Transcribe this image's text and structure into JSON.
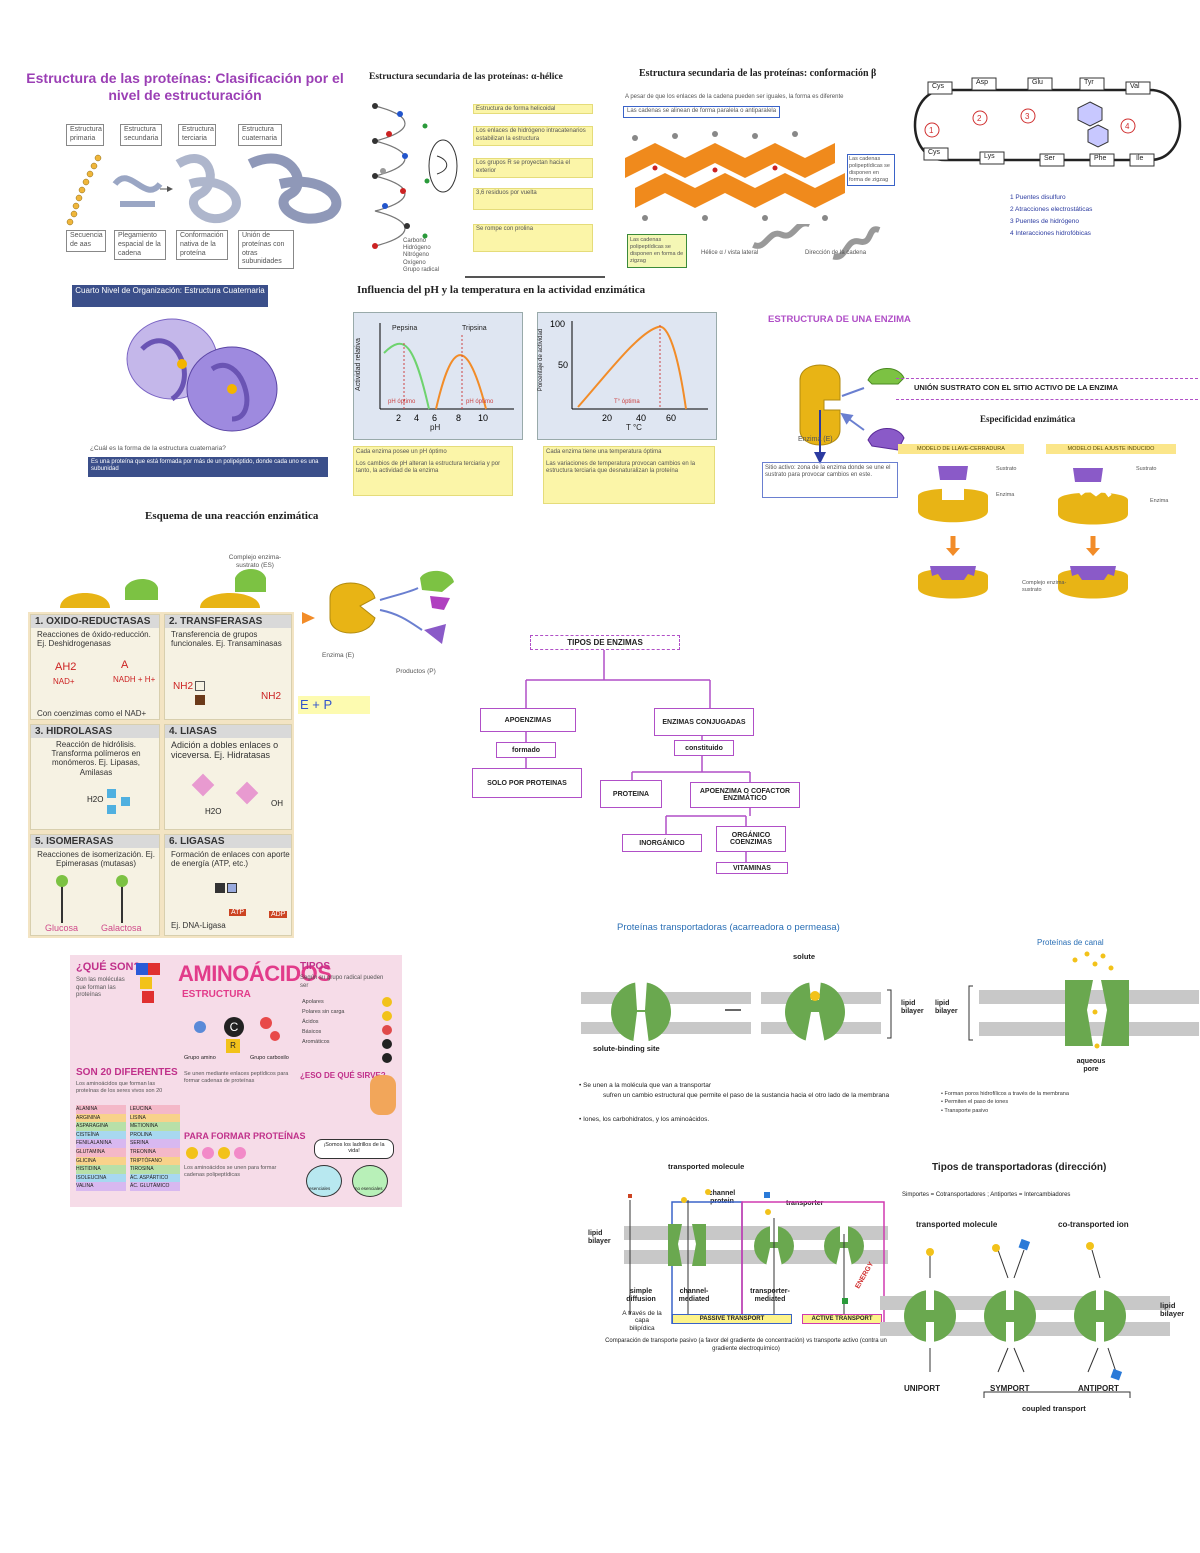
{
  "p1": {
    "title": "Estructura de las proteínas: Clasificación por el nivel de estructuración",
    "labels_top": [
      "Estructura primaria",
      "Estructura secundaria",
      "Estructura terciaria",
      "Estructura cuaternaria"
    ],
    "labels_bottom": [
      "Secuencia de aas",
      "Plegamiento espacial de la cadena",
      "Conformación nativa de la proteína",
      "Unión de proteínas con otras subunidades"
    ]
  },
  "p2": {
    "title": "Estructura secundaria de las proteínas: α-hélice",
    "notes": [
      "Estructura de forma helicoidal",
      "Los enlaces de hidrógeno intracatenarios estabilizan la estructura",
      "Los grupos R se proyectan hacia el exterior",
      "3,6 residuos por vuelta",
      "Se rompe con prolina"
    ],
    "legend": [
      "Carbono",
      "Hidrógeno",
      "Nitrógeno",
      "Oxígeno",
      "Grupo radical"
    ]
  },
  "p3": {
    "title": "Estructura secundaria de las proteínas: conformación β",
    "subtitle": "A pesar de que los enlaces de la cadena pueden ser iguales, la forma es diferente",
    "note": "Las cadenas se alinean de forma paralela o antiparalela",
    "box1": "Las cadenas polipeptídicas se disponen en forma de zigzag",
    "cap1": "Hélice α / vista lateral",
    "cap2": "Dirección de la cadena"
  },
  "p4": {
    "residues": [
      "Cys",
      "Asp",
      "Glu",
      "Tyr",
      "Val",
      "Cys",
      "Lys",
      "Ser",
      "Phe",
      "Ile"
    ],
    "legend": [
      "1 Puentes disulfuro",
      "2 Atracciones electrostáticas",
      "3 Puentes de hidrógeno",
      "4 Interacciones hidrofóbicas"
    ]
  },
  "p5": {
    "title": "Cuarto Nivel de Organización: Estructura Cuaternaria",
    "question": "¿Cuál es la forma de la estructura cuaternaria?",
    "answer": "Es una proteína que está formada por más de un polipéptido, donde cada uno es una subunidad"
  },
  "p6": {
    "title": "Influencia del pH y la temperatura en la actividad enzimática",
    "ph_labels": [
      "Pepsina",
      "Tripsina"
    ],
    "ph_ylabel": "Actividad relativa",
    "ph_xlabel": "pH",
    "ph_opt": [
      "pH óptimo",
      "pH óptimo"
    ],
    "t_ylabel": "Porcentaje de actividad",
    "t_xlabel": "T °C",
    "t_opt": "T° óptima",
    "note1a": "Cada enzima posee un pH óptimo",
    "note1b": "Los cambios de pH alteran la estructura terciaria y por tanto, la actividad de la enzima",
    "note2a": "Cada enzima tiene una temperatura óptima",
    "note2b": "Las variaciones de temperatura provocan cambios en la estructura terciaria que desnaturalizan la proteína"
  },
  "p7": {
    "title": "ESTRUCTURA DE UNA ENZIMA",
    "enzyme": "Enzima (E)",
    "desc": "Sitio activo: zona de la enzima donde se une el sustrato para provocar cambios en este.",
    "band": "UNIÓN SUSTRATO CON EL SITIO ACTIVO DE LA ENZIMA",
    "spec": "Especificidad enzimática",
    "m1": "MODELO DE LLAVE-CERRADURA",
    "m2": "MODELO DEL AJUSTE INDUCIDO",
    "lbl": [
      "Sustrato",
      "Enzima",
      "Sustrato",
      "Enzima",
      "Complejo enzima-sustrato"
    ]
  },
  "p8": {
    "title": "Esquema de una reacción enzimática",
    "complex": "Complejo enzima-sustrato (ES)",
    "enzyme": "Enzima (E)",
    "products": "Productos (P)",
    "eq": "E + P"
  },
  "p9": {
    "cells": [
      {
        "head": "1. OXIDO-REDUCTASAS",
        "text": "Reacciones de óxido-reducción. Ej. Deshidrogenasas",
        "foot": "Con coenzimas como el NAD+"
      },
      {
        "head": "2. TRANSFERASAS",
        "text": "Transferencia de grupos funcionales. Ej. Transaminasas",
        "foot": ""
      },
      {
        "head": "3. HIDROLASAS",
        "text": "Reacción de hidrólisis. Transforma polímeros en monómeros. Ej. Lipasas, Amilasas",
        "foot": ""
      },
      {
        "head": "4. LIASAS",
        "text": "Adición a dobles enlaces o viceversa. Ej. Hidratasas",
        "foot": ""
      },
      {
        "head": "5. ISOMERASAS",
        "text": "Reacciones de isomerización. Ej. Epimerasas (mutasas)",
        "foot": ""
      },
      {
        "head": "6. LIGASAS",
        "text": "Formación de enlaces con aporte de energía (ATP, etc.)",
        "foot": "Ej. DNA-Ligasa"
      }
    ],
    "chem": [
      "AH2",
      "A",
      "NAD+",
      "NADH + H+",
      "NH2",
      "NH2",
      "H2O",
      "H2O",
      "OH",
      "Glucosa",
      "Galactosa",
      "ATP",
      "ADP"
    ]
  },
  "p10": {
    "root": "TIPOS DE ENZIMAS",
    "apo": "APOENZIMAS",
    "formado": "formado",
    "solo": "SOLO POR PROTEINAS",
    "conj": "ENZIMAS CONJUGADAS",
    "constituido": "constituido",
    "proteina": "PROTEINA",
    "cof": "APOENZIMA O COFACTOR ENZIMÁTICO",
    "inorg": "INORGÁNICO",
    "org": "ORGÁNICO COENZIMAS",
    "vit": "VITAMINAS"
  },
  "p11": {
    "que": "¿QUÉ SON?",
    "que_text": "Son las moléculas que forman las proteínas",
    "title": "AMINOÁCIDOS",
    "tipos": "TIPOS",
    "tipos_text": "Según su grupo radical pueden ser",
    "tipos_items": [
      "Apolares",
      "Polares sin carga",
      "Ácidos",
      "Básicos",
      "Aromáticos"
    ],
    "estructura": "ESTRUCTURA",
    "struct_labels": [
      "Grupo amino",
      "R",
      "Grupo carboxilo",
      "C"
    ],
    "veinte": "SON 20 DIFERENTES",
    "veinte_text": "Los aminoácidos que forman las proteínas de los seres vivos son 20",
    "aas_left": [
      "ALANINA",
      "ARGININA",
      "ASPARAGINA",
      "CISTEÍNA",
      "FENILALANINA",
      "GLUTAMINA",
      "GLICINA",
      "HISTIDINA",
      "ISOLEUCINA",
      "VALINA"
    ],
    "aas_right": [
      "LEUCINA",
      "LISINA",
      "METIONINA",
      "PROLINA",
      "SERINA",
      "TREONINA",
      "TRIPTÓFANO",
      "TIROSINA",
      "ÁC. ASPÁRTICO",
      "ÁC. GLUTÁMICO"
    ],
    "sirve": "¿ESO DE QUÉ SIRVE?",
    "mid_text": "Se unen mediante enlaces peptídicos para formar cadenas de proteínas",
    "formar": "PARA FORMAR PROTEÍNAS",
    "formar_text": "Los aminoácidos se unen para formar cadenas polipeptídicas",
    "speech": "¡Somos los ladrillos de la vida!",
    "faces": [
      "esenciales",
      "no esenciales"
    ]
  },
  "p12": {
    "title": "Proteínas transportadoras (acarreadora o permeasa)",
    "canal": "Proteínas de canal",
    "solute": "solute",
    "lipid": "lipid bilayer",
    "binding": "solute-binding site",
    "aqueous": "aqueous pore",
    "b1": "Se unen a la molécula que van a transportar",
    "b1b": "sufren un cambio estructural que permite el paso de la sustancia hacia el otro lado de la membrana",
    "b2": "Iones, los carbohidratos, y los aminoácidos.",
    "c1": "Forman poros hidrofílicos a través de la membrana",
    "c2": "Permiten el paso de iones",
    "c3": "Transporte pasivo"
  },
  "p13": {
    "transported": "transported molecule",
    "channel": "channel protein",
    "transporter": "transporter",
    "lipid": "lipid bilayer",
    "simple": "simple diffusion",
    "simple2": "A través de la capa bilipídica",
    "chmed": "channel-mediated",
    "trmed": "transporter-mediated",
    "passive": "PASSIVE TRANSPORT",
    "active": "ACTIVE TRANSPORT",
    "energy": "ENERGY",
    "comp": "Comparación de transporte pasivo (a favor del gradiente de concentración) vs transporte activo (contra un gradiente electroquímico)"
  },
  "p14": {
    "title": "Tipos de transportadoras (dirección)",
    "sub": "Simportes = Cotransportadores ; Antiportes = Intercambiadores",
    "tm": "transported molecule",
    "co": "co-transported ion",
    "lipid": "lipid bilayer",
    "uni": "UNIPORT",
    "sym": "SYMPORT",
    "anti": "ANTIPORT",
    "coupled": "coupled transport"
  },
  "colors": {
    "purple": "#b04fc7",
    "title_purple": "#9b3fb5",
    "blue_title": "#2a6fb5",
    "yellow_note": "#fbf5a8",
    "orange": "#f28c28",
    "green": "#6aa84f",
    "gold": "#e8b415"
  }
}
